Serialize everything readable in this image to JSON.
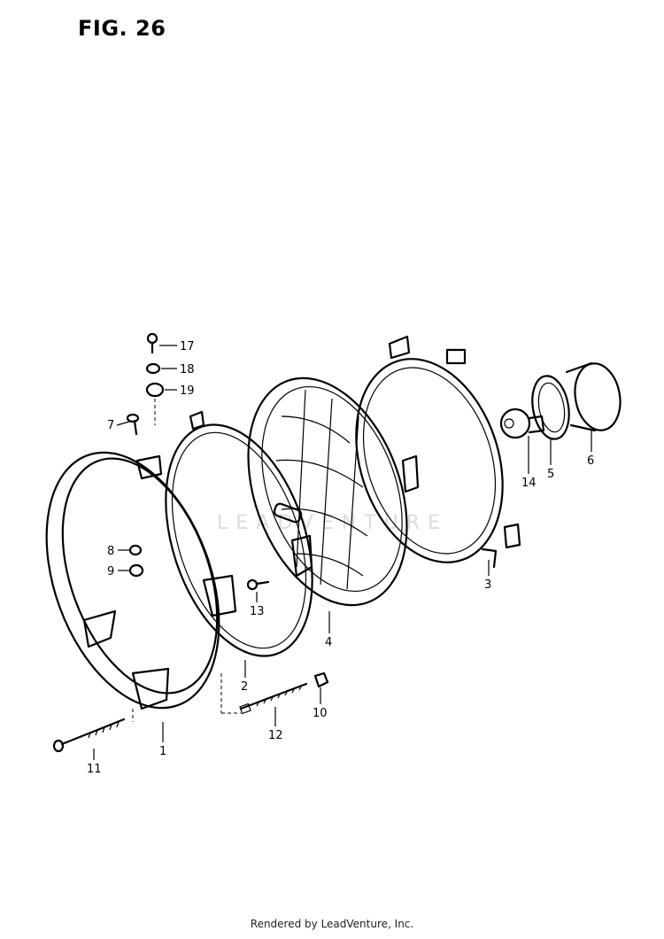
{
  "figure": {
    "title": "FIG. 26"
  },
  "footer": {
    "text": "Rendered by LeadVenture, Inc."
  },
  "watermark": {
    "text": "LEADVENTURE"
  },
  "callouts": [
    {
      "id": "c17",
      "text": "17"
    },
    {
      "id": "c18",
      "text": "18"
    },
    {
      "id": "c19",
      "text": "19"
    },
    {
      "id": "c7",
      "text": "7"
    },
    {
      "id": "c8",
      "text": "8"
    },
    {
      "id": "c9",
      "text": "9"
    },
    {
      "id": "c13",
      "text": "13"
    },
    {
      "id": "c4",
      "text": "4"
    },
    {
      "id": "c3",
      "text": "3"
    },
    {
      "id": "c14",
      "text": "14"
    },
    {
      "id": "c5",
      "text": "5"
    },
    {
      "id": "c6",
      "text": "6"
    },
    {
      "id": "c2",
      "text": "2"
    },
    {
      "id": "c10",
      "text": "10"
    },
    {
      "id": "c12",
      "text": "12"
    },
    {
      "id": "c1",
      "text": "1"
    },
    {
      "id": "c11",
      "text": "11"
    }
  ]
}
